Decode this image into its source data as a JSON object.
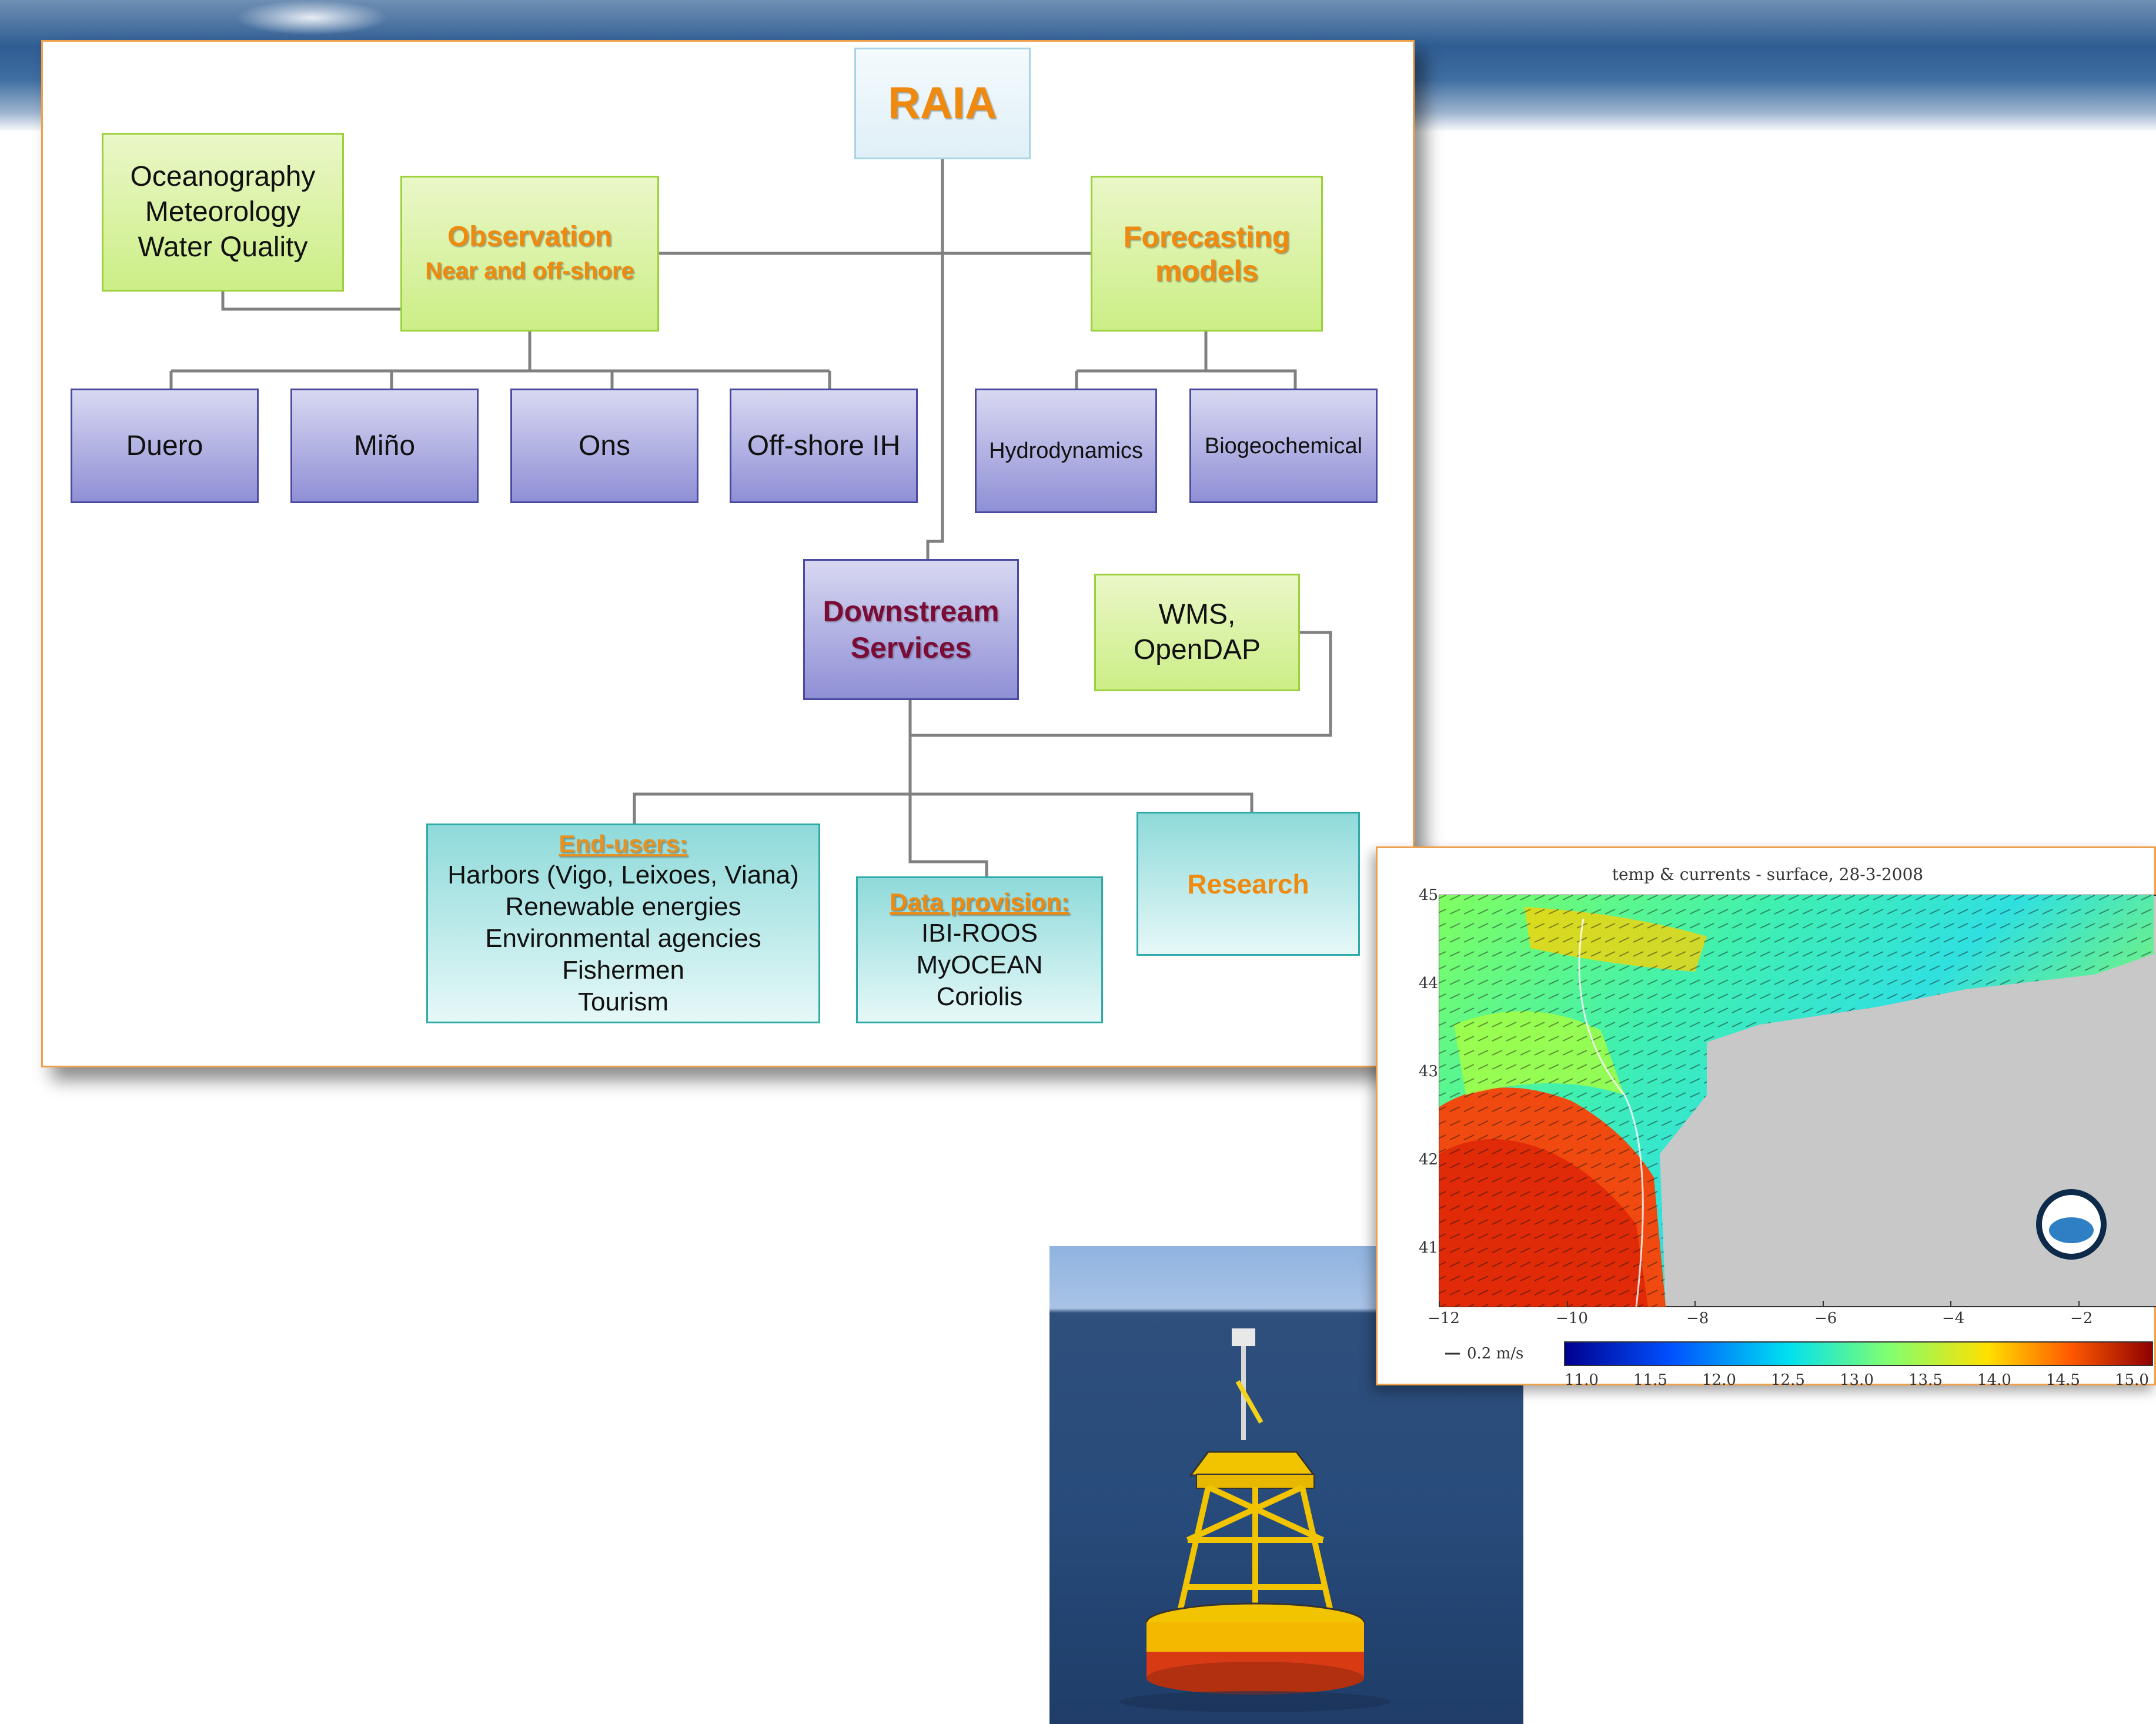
{
  "diagram": {
    "root": "RAIA",
    "observation": {
      "title": "Observation",
      "subtitle": "Near and off-shore"
    },
    "disciplines": [
      "Oceanography",
      "Meteorology",
      "Water Quality"
    ],
    "forecasting": {
      "line1": "Forecasting",
      "line2": "models"
    },
    "stations": [
      "Duero",
      "Miño",
      "Ons",
      "Off-shore IH"
    ],
    "models": [
      "Hydrodynamics",
      "Biogeochemical"
    ],
    "downstream": {
      "line1": "Downstream",
      "line2": "Services"
    },
    "protocols": "WMS, OpenDAP",
    "end_users": {
      "title": "End-users:",
      "items": [
        "Harbors (Vigo, Leixoes, Viana)",
        "Renewable energies",
        "Environmental agencies",
        "Fishermen",
        "Tourism"
      ]
    },
    "data_provision": {
      "title": "Data provision:",
      "items": [
        "IBI-ROOS",
        "MyOCEAN",
        "Coriolis"
      ]
    },
    "research": "Research"
  },
  "map": {
    "title": "temp & currents - surface, 28-3-2008",
    "y_ticks": [
      "45",
      "44",
      "43",
      "42",
      "41"
    ],
    "x_ticks": [
      "−12",
      "−10",
      "−8",
      "−6",
      "−4",
      "−2"
    ],
    "scale_label": "0.2 m/s",
    "colorbar_ticks": [
      "11.0",
      "11.5",
      "12.0",
      "12.5",
      "13.0",
      "13.5",
      "14.0",
      "14.5",
      "15.0"
    ]
  },
  "colors": {
    "panel_border": "#f0a04b",
    "green_box": "#ccee86",
    "blue_box": "#8f8fd6",
    "teal_box": "#8fdada",
    "orange_text": "#ef8a0f",
    "maroon_text": "#7a0c36"
  }
}
